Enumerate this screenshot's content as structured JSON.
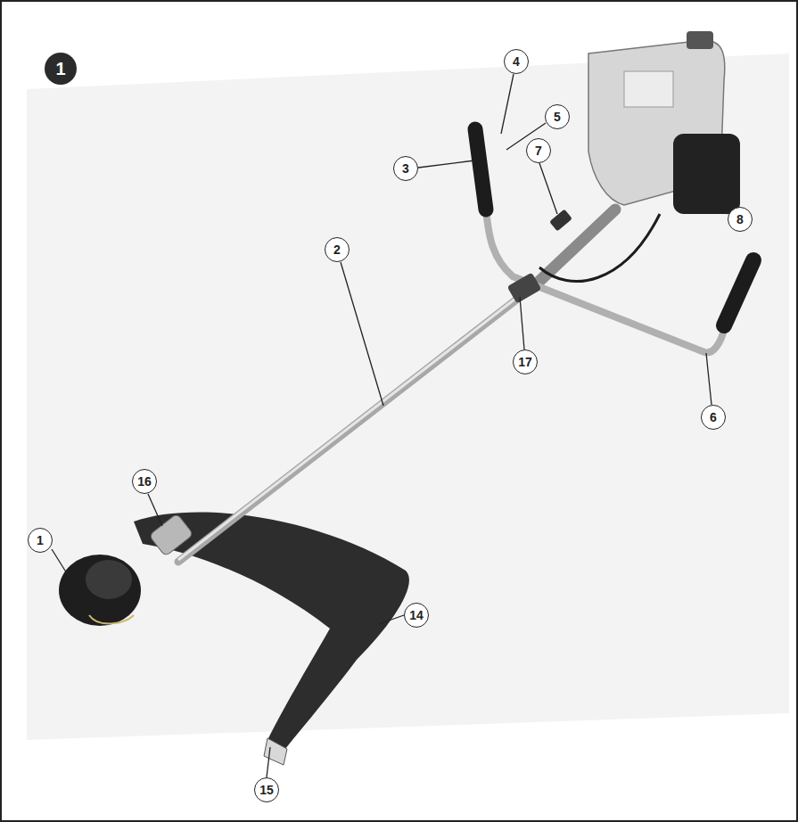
{
  "diagram": {
    "labels": [
      "1",
      "4",
      "5",
      "3",
      "7",
      "8",
      "2",
      "17",
      "6",
      "16",
      "1",
      "14",
      "15"
    ]
  }
}
